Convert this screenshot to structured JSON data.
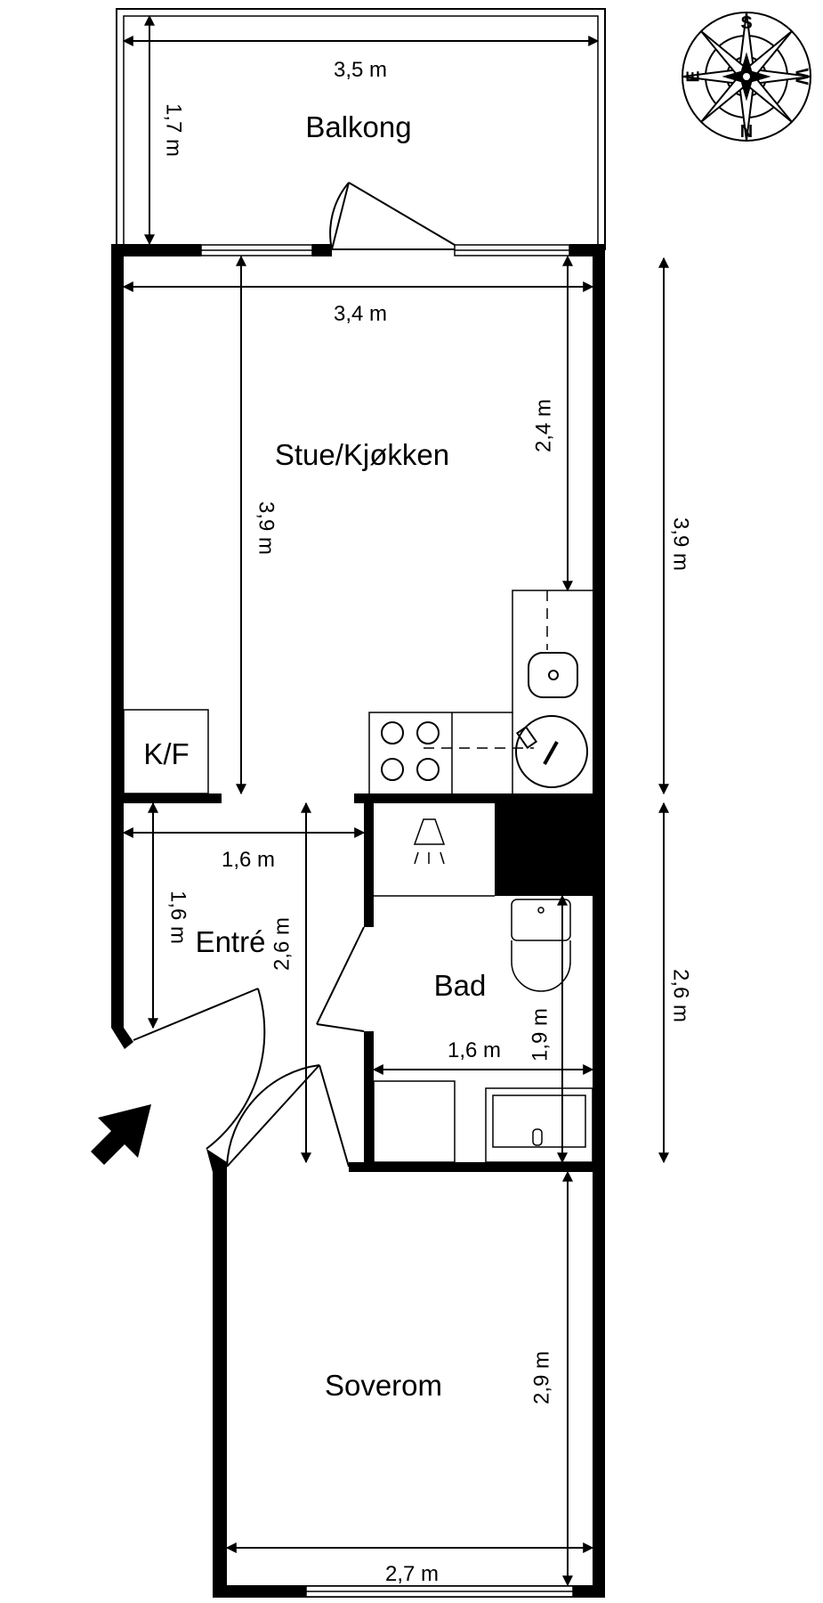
{
  "rooms": {
    "balkong": "Balkong",
    "stue": "Stue/Kjøkken",
    "kf": "K/F",
    "entre": "Entré",
    "bad": "Bad",
    "soverom": "Soverom"
  },
  "dimensions": {
    "balkong_width": "3,5 m",
    "balkong_depth": "1,7 m",
    "stue_width": "3,4 m",
    "stue_depth_inner": "3,9 m",
    "kitchen_depth": "2,4 m",
    "outer_upper": "3,9 m",
    "outer_lower": "2,6 m",
    "entre_width": "1,6 m",
    "entre_depth": "1,6 m",
    "entre_height": "2,6 m",
    "bad_width": "1,6 m",
    "bad_depth": "1,9 m",
    "soverom_depth": "2,9 m",
    "soverom_width": "2,7 m"
  },
  "compass": {
    "north": "N",
    "south": "S",
    "east": "E",
    "west": "W"
  },
  "icons": {
    "compass": "compass-rose-icon",
    "entrance": "entrance-arrow-icon",
    "stove": "stove-icon",
    "sink": "sink-icon",
    "toilet": "toilet-icon",
    "shower": "shower-icon"
  }
}
